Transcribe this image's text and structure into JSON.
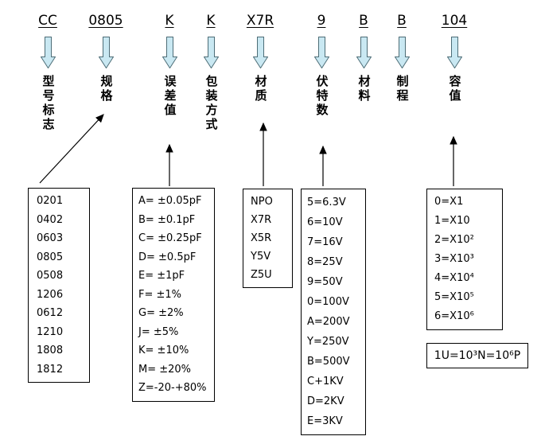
{
  "title_row": [
    {
      "code": "CC",
      "label": "型号标志"
    },
    {
      "code": "0805",
      "label": "规格"
    },
    {
      "code": "K",
      "label": "误差值"
    },
    {
      "code": "K",
      "label": "包装方式"
    },
    {
      "code": "X7R",
      "label": "材质"
    },
    {
      "code": "9",
      "label": "伏特数"
    },
    {
      "code": "B",
      "label": "材料"
    },
    {
      "code": "B",
      "label": "制程"
    },
    {
      "code": "104",
      "label": "容值"
    }
  ],
  "legend_boxes": {
    "size_codes": {
      "items": [
        "0201",
        "0402",
        "0603",
        "0805",
        "0508",
        "1206",
        "0612",
        "1210",
        "1808",
        "1812"
      ]
    },
    "tolerance_codes": {
      "items": [
        "A= ±0.05pF",
        "B= ±0.1pF",
        "C= ±0.25pF",
        "D= ±0.5pF",
        "E= ±1pF",
        "F= ±1%",
        "G= ±2%",
        "J= ±5%",
        "K= ±10%",
        "M= ±20%",
        "Z=-20-+80%"
      ]
    },
    "dielectric_codes": {
      "items": [
        "NPO",
        "X7R",
        "X5R",
        "Y5V",
        "Z5U"
      ]
    },
    "voltage_codes": {
      "items": [
        "5=6.3V",
        "6=10V",
        "7=16V",
        "8=25V",
        "9=50V",
        "0=100V",
        "A=200V",
        "Y=250V",
        "B=500V",
        "C+1KV",
        "D=2KV",
        "E=3KV"
      ]
    },
    "multiplier_codes": {
      "items": [
        "0=X1",
        "1=X10",
        "2=X10²",
        "3=X10³",
        "4=X10⁴",
        "5=X10⁵",
        "6=X10⁶"
      ]
    }
  },
  "note": {
    "text": "1U=10³N=10⁶P"
  },
  "colors": {
    "arrow_fill": "#c9e8f2",
    "arrow_stroke": "#4d6d77",
    "line_color": "#000000"
  }
}
